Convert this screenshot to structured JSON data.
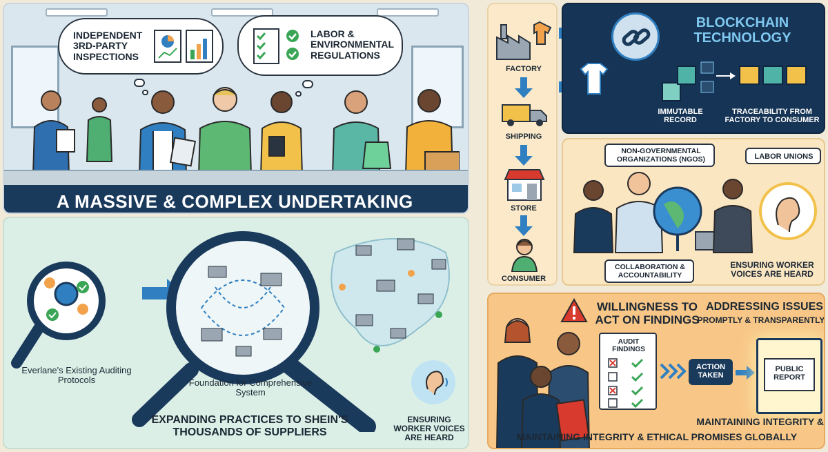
{
  "top_left": {
    "bubble_left": "INDEPENDENT 3RD-PARTY INSPECTIONS",
    "bubble_right": "LABOR & ENVIRONMENTAL REGULATIONS",
    "banner": "A MASSIVE & COMPLEX UNDERTAKING"
  },
  "bottom_left": {
    "protocols_label": "Everlane's Existing Auditing Protocols",
    "foundation_label": "Foundation for Comprehensive System",
    "expanding_label": "EXPANDING PRACTICES TO SHEIN'S THOUSANDS OF SUPPLIERS",
    "worker_voices": "ENSURING WORKER VOICES ARE HEARD"
  },
  "flow": {
    "steps": [
      "FACTORY",
      "SHIPPING",
      "STORE",
      "CONSUMER"
    ]
  },
  "blockchain": {
    "title": "BLOCKCHAIN TECHNOLOGY",
    "immutable": "IMMUTABLE RECORD",
    "traceability": "TRACEABILITY FROM FACTORY TO CONSUMER"
  },
  "ngo": {
    "ngo_label": "NON-GOVERNMENTAL ORGANIZATIONS (NGOs)",
    "unions_label": "LABOR UNIONS",
    "collab_label": "COLLABORATION & ACCOUNTABILITY",
    "voices_label": "ENSURING WORKER VOICES ARE HEARD"
  },
  "action": {
    "willingness": "WILLINGNESS TO ACT ON FINDINGS",
    "addressing_1": "ADDRESSING ISSUES",
    "addressing_2": "PROMPTLY & TRANSPARENTLY",
    "audit_label": "AUDIT FINDINGS",
    "action_taken": "ACTION TAKEN",
    "public_report": "PUBLIC REPORT",
    "integrity_1": "MAINTAINING INTEGRITY &",
    "integrity_2": "MAINTAINING INTEGRITY & ETHICAL PROMISES GLOBALLY"
  },
  "colors": {
    "navy": "#1a3a5c",
    "blue_arrow": "#2f7fc1",
    "teal": "#4fb3a8",
    "orange": "#f2a24a",
    "green_check": "#3aa655",
    "red_warning": "#d83a2e"
  }
}
